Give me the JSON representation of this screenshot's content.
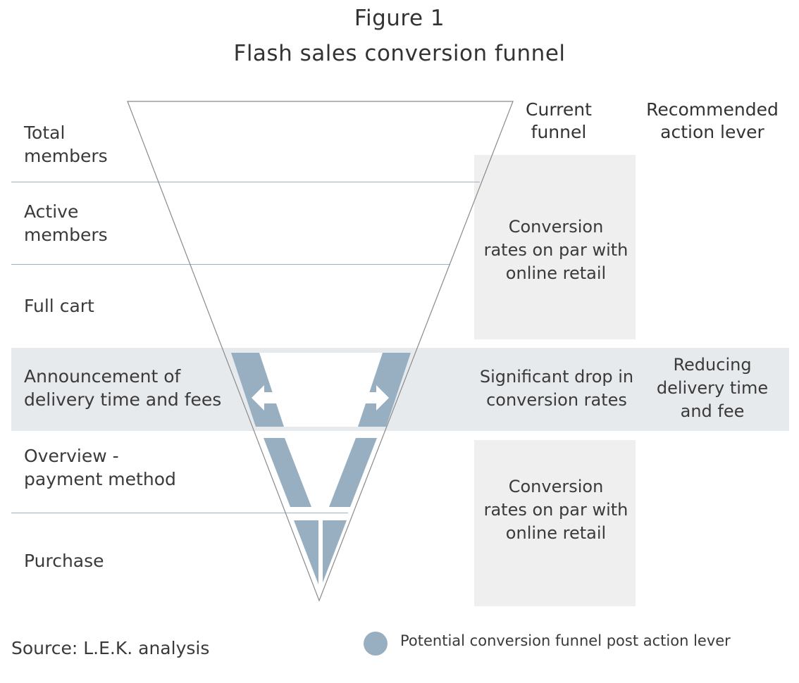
{
  "figure": {
    "title": "Figure 1",
    "subtitle": "Flash sales conversion funnel"
  },
  "stages": [
    {
      "line1": "Total",
      "line2": "members"
    },
    {
      "line1": "Active",
      "line2": "members"
    },
    {
      "line1": "Full cart",
      "line2": ""
    },
    {
      "line1": "Announcement of",
      "line2": "delivery time and fees"
    },
    {
      "line1": "Overview -",
      "line2": "payment method"
    },
    {
      "line1": "Purchase",
      "line2": ""
    }
  ],
  "columns": {
    "current": {
      "line1": "Current",
      "line2": "funnel"
    },
    "recommended": {
      "line1": "Recommended",
      "line2": "action lever"
    }
  },
  "current_funnel": {
    "top": [
      "Conversion",
      "rates on par with",
      "online retail"
    ],
    "middle": [
      "Significant drop in",
      "conversion rates"
    ],
    "bottom": [
      "Conversion",
      "rates on par with",
      "online retail"
    ]
  },
  "recommended_action": {
    "middle": [
      "Reducing",
      "delivery time",
      "and fee"
    ]
  },
  "source": "Source: L.E.K. analysis",
  "legend": {
    "label": "Potential conversion funnel post action lever",
    "color": "#98afc2"
  },
  "colors": {
    "band": "#e7eaed",
    "grey_box": "#efefef",
    "rule": "#9fb2c3",
    "funnel_fill": "#98afc2",
    "outline": "#8a8a8a"
  }
}
